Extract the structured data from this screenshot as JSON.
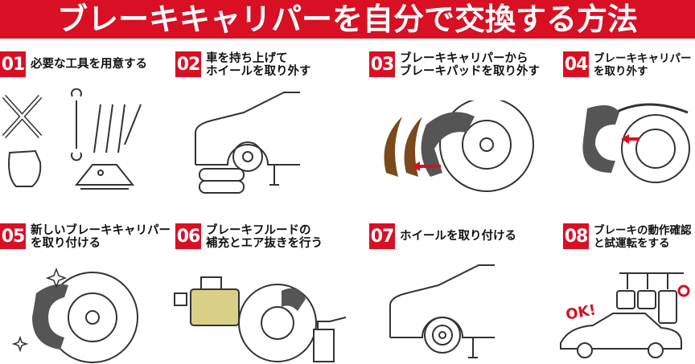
{
  "title": "ブレーキキャリパーを自分で交換する方法",
  "steps": [
    {
      "num": "01",
      "line1": "必要な工具を用意する",
      "line2": ""
    },
    {
      "num": "02",
      "line1": "車を持ち上げて",
      "line2": "ホイールを取り外す"
    },
    {
      "num": "03",
      "line1": "ブレーキキャリパーから",
      "line2": "ブレーキパッドを取り外す"
    },
    {
      "num": "04",
      "line1": "ブレーキキャリパー",
      "line2": "を取り外す"
    },
    {
      "num": "05",
      "line1": "新しいブレーキキャリパー",
      "line2": "を取り付ける"
    },
    {
      "num": "06",
      "line1": "ブレーキフルードの",
      "line2": "補充とエア抜きを行う"
    },
    {
      "num": "07",
      "line1": "ホイールを取り付ける",
      "line2": ""
    },
    {
      "num": "08",
      "line1": "ブレーキの動作確認",
      "line2": "と試運転をする"
    }
  ],
  "ok_text": "OK!",
  "colors": {
    "accent": "#d90f24",
    "pad": "#7a4a1c",
    "fluid": "#d9cf86",
    "caliper": "#555555"
  }
}
